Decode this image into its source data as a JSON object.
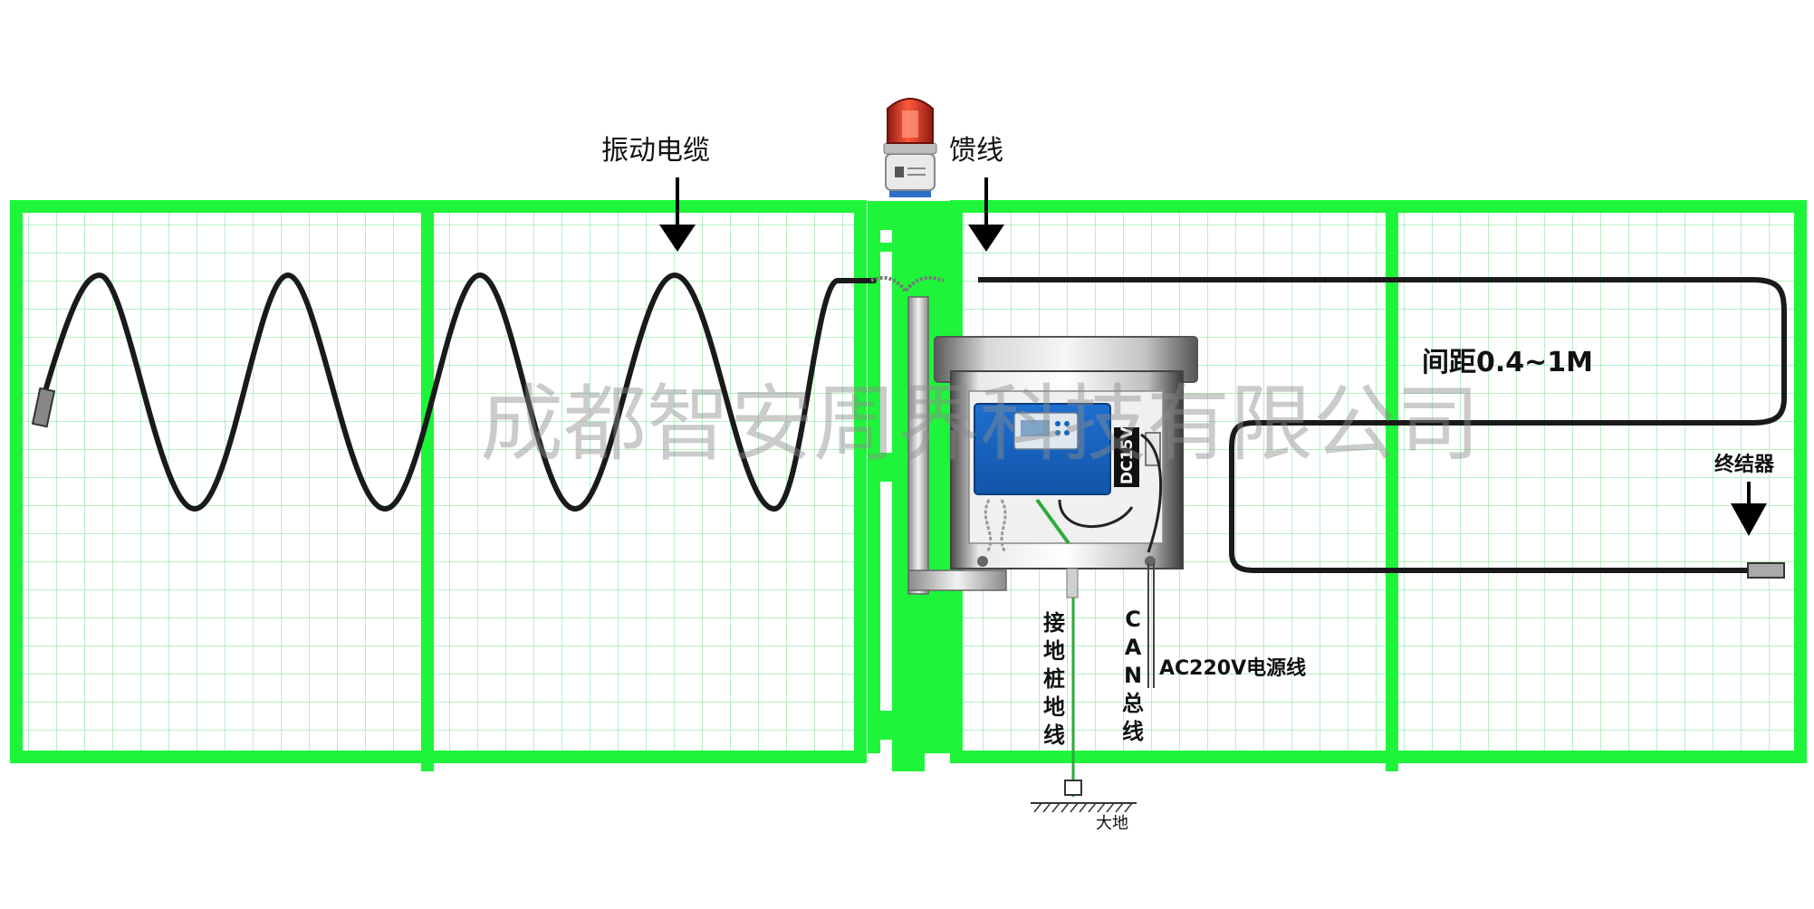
{
  "labels": {
    "vibration_cable": "振动电缆",
    "feeder": "馈线",
    "spacing": "间距0.4~1M",
    "terminator": "终结器",
    "ground_wire": "接地桩地线",
    "can_bus": "CAN总线",
    "power_line": "AC220V电源线",
    "earth": "大地",
    "dc_voltage": "DC15V"
  },
  "watermark": "成都智安周界科技有限公司",
  "colors": {
    "fence_frame": "#1ef53a",
    "fence_grid": "#9fe8b0",
    "cable": "#1a1a1a",
    "controller_panel": "#1565c0",
    "alarm_light": "#d32f2f"
  }
}
